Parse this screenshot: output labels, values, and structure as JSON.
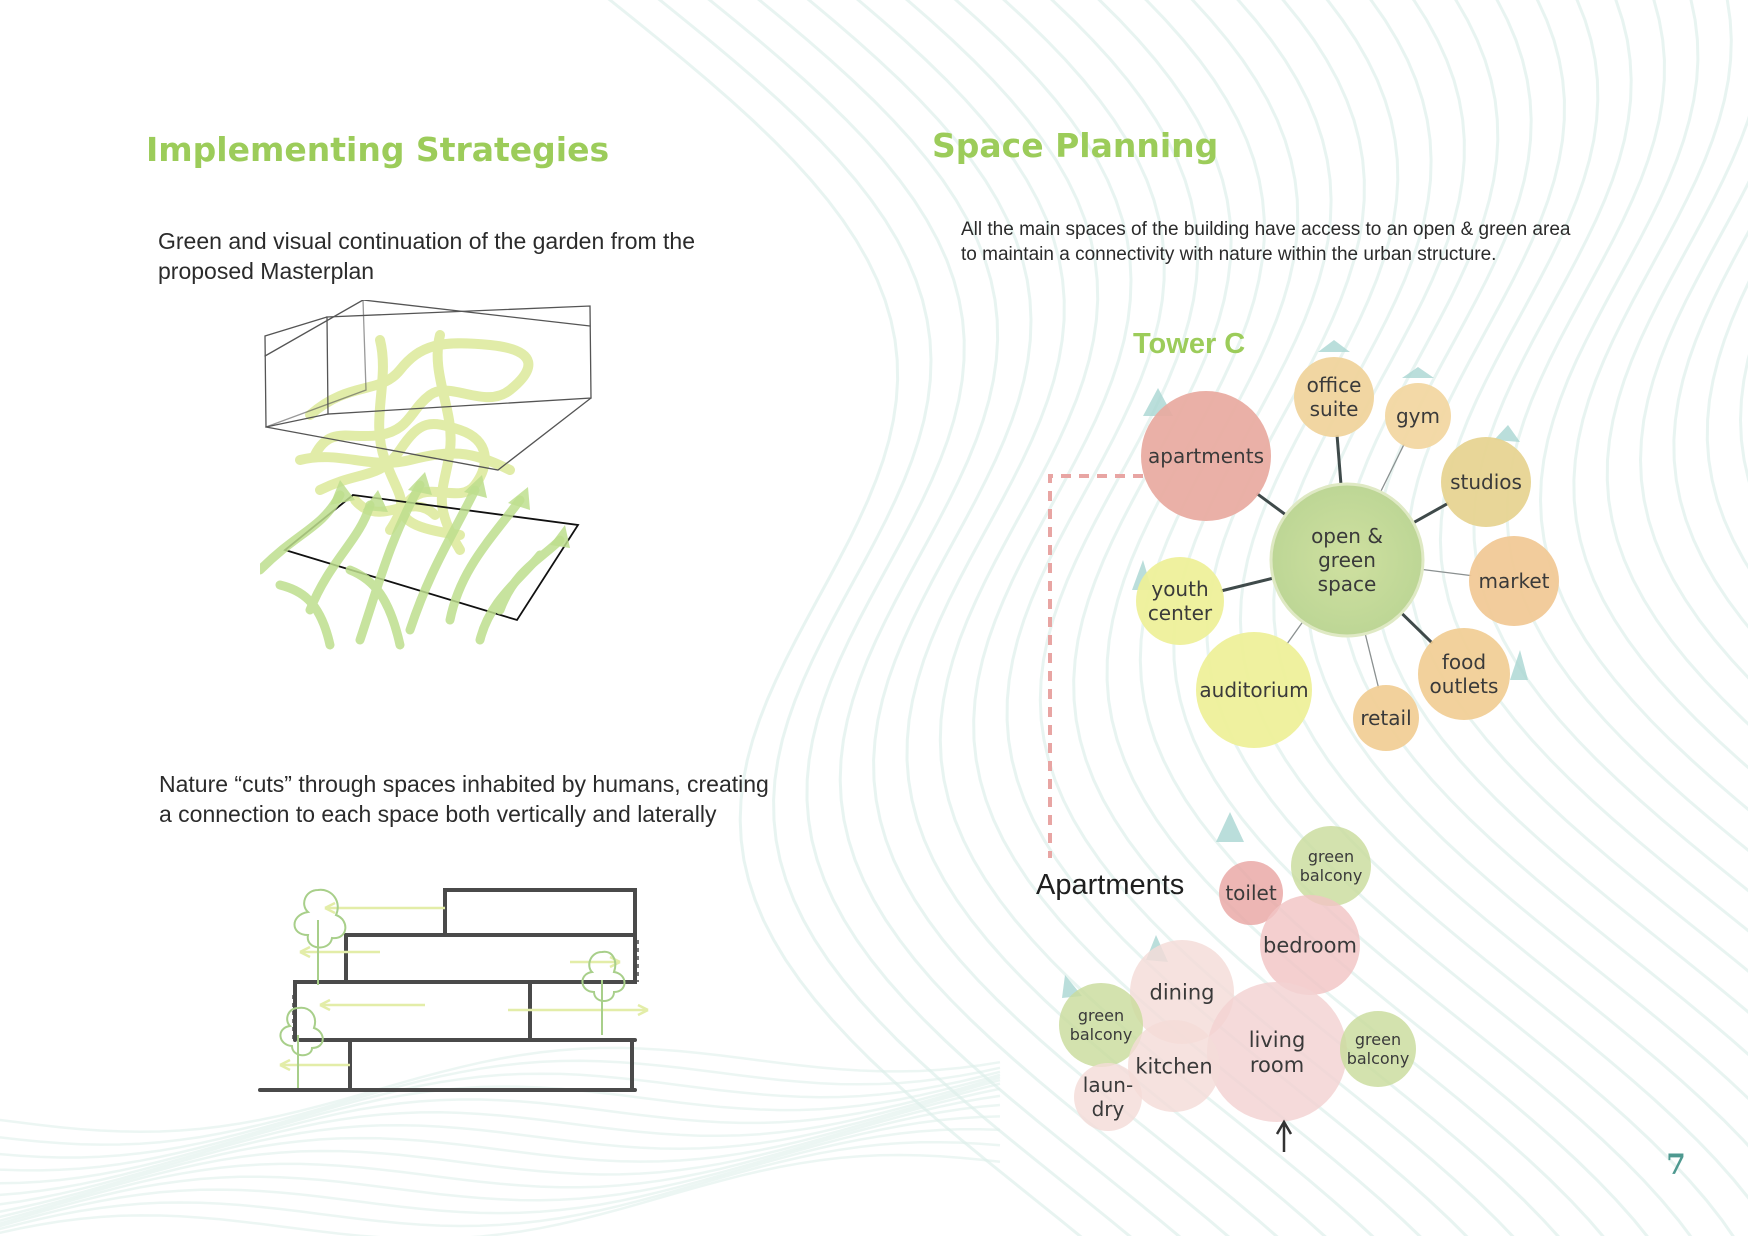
{
  "colors": {
    "accent_green": "#9ccc5a",
    "teal": "#a9d6d2",
    "dashed_pink": "#e8a5a3",
    "page_number": "#4e9990",
    "sketch_green": "#cfe49a",
    "sketch_leaf": "#bedf8e"
  },
  "left": {
    "heading": "Implementing Strategies",
    "para1": {
      "line1": "Green and visual continuation of the garden from the",
      "line2": "proposed Masterplan"
    },
    "para2": {
      "line1": "Nature “cuts” through spaces inhabited by humans, creating",
      "line2": "a connection to each space both vertically and laterally"
    }
  },
  "right": {
    "heading": "Space Planning",
    "intro": {
      "line1": "All the main spaces of the building have access to an open & green area",
      "line2": "to maintain a connectivity with nature within the urban structure."
    },
    "tower": {
      "title": "Tower C",
      "hub": {
        "lines": [
          "open &",
          "green",
          "space"
        ]
      },
      "nodes": [
        {
          "id": "apartments",
          "lines": [
            "apartments"
          ],
          "color": "#e8a9a0"
        },
        {
          "id": "office-suite",
          "lines": [
            "office",
            "suite"
          ],
          "color": "#f0d29a"
        },
        {
          "id": "gym",
          "lines": [
            "gym"
          ],
          "color": "#f2d6a0"
        },
        {
          "id": "studios",
          "lines": [
            "studios"
          ],
          "color": "#e6d28f"
        },
        {
          "id": "market",
          "lines": [
            "market"
          ],
          "color": "#f1c894"
        },
        {
          "id": "food-outlets",
          "lines": [
            "food",
            "outlets"
          ],
          "color": "#f1cd94"
        },
        {
          "id": "retail",
          "lines": [
            "retail"
          ],
          "color": "#f1cd94"
        },
        {
          "id": "auditorium",
          "lines": [
            "auditorium"
          ],
          "color": "#eef097"
        },
        {
          "id": "youth-center",
          "lines": [
            "youth",
            "center"
          ],
          "color": "#eef097"
        }
      ]
    },
    "apartments": {
      "title": "Apartments",
      "rooms": [
        {
          "id": "toilet",
          "lines": [
            "toilet"
          ],
          "color": "#e9a6a4"
        },
        {
          "id": "green-balcony-top",
          "lines": [
            "green",
            "balcony"
          ],
          "color": "#c9dc9c"
        },
        {
          "id": "bedroom",
          "lines": [
            "bedroom"
          ],
          "color": "#f2c5c5"
        },
        {
          "id": "dining",
          "lines": [
            "dining"
          ],
          "color": "#f4dcd8"
        },
        {
          "id": "green-balcony-left",
          "lines": [
            "green",
            "balcony"
          ],
          "color": "#c9dc9c"
        },
        {
          "id": "living-room",
          "lines": [
            "living",
            "room"
          ],
          "color": "#f3d2d2"
        },
        {
          "id": "green-balcony-right",
          "lines": [
            "green",
            "balcony"
          ],
          "color": "#c9dc9c"
        },
        {
          "id": "kitchen",
          "lines": [
            "kitchen"
          ],
          "color": "#f4dcd8"
        },
        {
          "id": "laundry",
          "lines": [
            "laun-",
            "dry"
          ],
          "color": "#f4dcd8"
        }
      ]
    }
  },
  "page_number": "7"
}
